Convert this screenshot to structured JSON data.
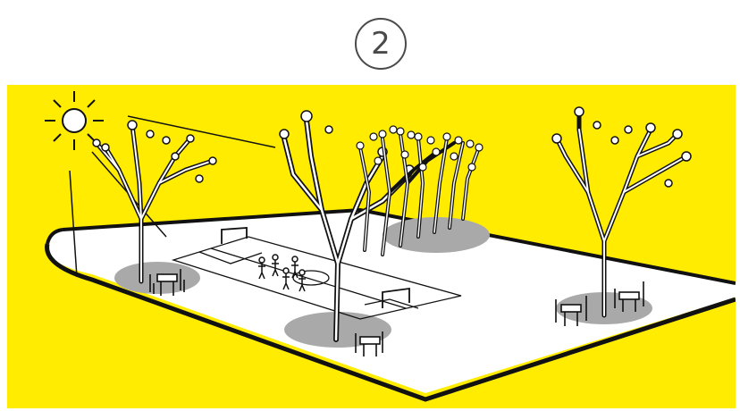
{
  "step": {
    "number": "2"
  },
  "illustration": {
    "colors": {
      "background": "#ffec00",
      "ground": "#ffffff",
      "outline": "#111111",
      "shade": "#a9a9a9",
      "sun": "#ffffff"
    },
    "elements": [
      "sun-icon",
      "tree-icon",
      "soccer-field",
      "goal-icon",
      "player-icon",
      "table-with-chairs-icon",
      "shade-patch"
    ]
  }
}
